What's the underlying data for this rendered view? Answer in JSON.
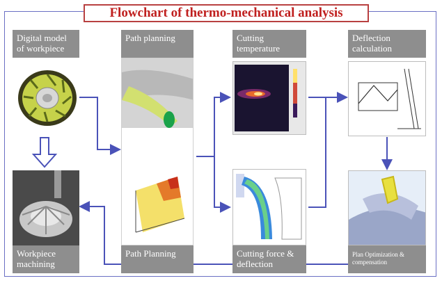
{
  "title": "Flowchart of thermo-mechanical analysis",
  "labels": {
    "digital_model": "Digital model of workpiece",
    "path_planning_top": "Path planning",
    "cutting_temperature": "Cutting temperature",
    "deflection_calculation": "Deflection calculation",
    "workpiece_machining": "Workpiece machining",
    "path_planning_bottom": "Path Planning",
    "cutting_force": "Cutting force & deflection",
    "plan_optimization": "Plan Optimization & compensation"
  },
  "colors": {
    "frame": "#6a6fc4",
    "arrow": "#4a52b8",
    "title_text": "#c0201f",
    "label_bg": "#8e8e8e"
  }
}
